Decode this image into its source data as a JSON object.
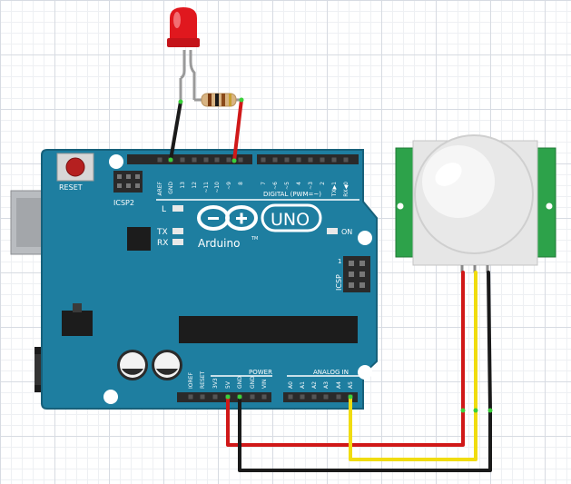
{
  "board": {
    "name": "Arduino",
    "model": "UNO",
    "trademark": "TM",
    "reset_label": "RESET",
    "icsp2_label": "ICSP2",
    "icsp_label": "ICSP",
    "digital_label": "DIGITAL (PWM=~)",
    "power_label": "POWER",
    "analog_label": "ANALOG IN",
    "led_l": "L",
    "led_tx": "TX",
    "led_rx": "RX",
    "led_on": "ON",
    "icsp_pin1": "1",
    "top_pins": [
      "AREF",
      "GND",
      "13",
      "12",
      "~11",
      "~10",
      "~9",
      "8",
      "7",
      "~6",
      "~5",
      "4",
      "~3",
      "2",
      "TX▶1",
      "RX◀0"
    ],
    "power_pins": [
      "IOREF",
      "RESET",
      "3V3",
      "5V",
      "GND",
      "GND",
      "VIN"
    ],
    "analog_pins": [
      "A0",
      "A1",
      "A2",
      "A3",
      "A4",
      "A5"
    ]
  },
  "colors": {
    "board": "#1e7ea0",
    "board_edge": "#17607a",
    "header": "#2a2a2a",
    "pir_pcb": "#2da24a",
    "wire_red": "#d01818",
    "wire_yellow": "#f0dc10",
    "wire_black": "#1a1a1a",
    "led_red": "#e0181e"
  },
  "components": {
    "led": "red-led",
    "resistor": "resistor",
    "sensor": "pir-motion-sensor"
  }
}
